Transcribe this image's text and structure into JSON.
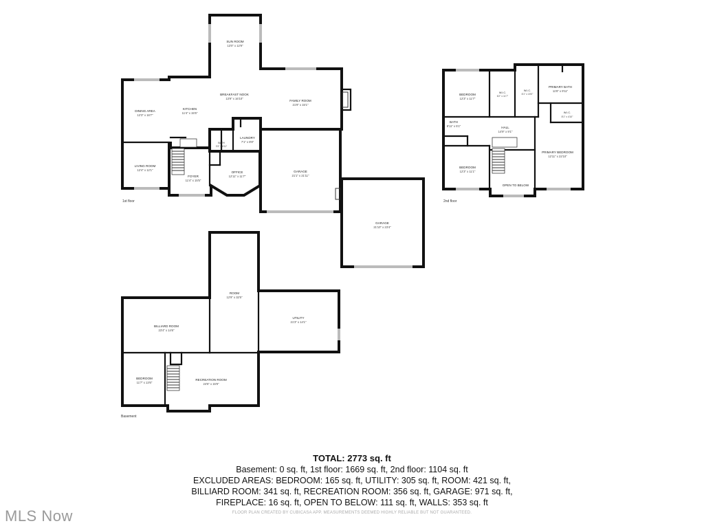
{
  "floors": {
    "first": {
      "label": "1st floor",
      "rooms": {
        "sun_room": {
          "name": "SUN ROOM",
          "dims": "13'0\" x 12'9\""
        },
        "breakfast_nook": {
          "name": "BREAKFAST NOOK",
          "dims": "13'9\" x 16'10\""
        },
        "family_room": {
          "name": "FAMILY ROOM",
          "dims": "21'9\" x 15'1\""
        },
        "dining_area": {
          "name": "DINING AREA",
          "dims": "12'3\" x 16'7\""
        },
        "kitchen": {
          "name": "KITCHEN",
          "dims": "11'4\" x 15'5\""
        },
        "bath": {
          "name": "BATH",
          "dims": "3'3\" x 6'11\""
        },
        "laundry": {
          "name": "LAUNDRY",
          "dims": "7'1\" x 8'8\""
        },
        "living_room": {
          "name": "LIVING ROOM",
          "dims": "12'4\" x 12'1\""
        },
        "foyer": {
          "name": "FOYER",
          "dims": "11'4\" x 15'5\""
        },
        "office": {
          "name": "OFFICE",
          "dims": "12'11\" x 11'7\""
        },
        "garage": {
          "name": "GARAGE",
          "dims": "21'1\" x 21'11\""
        },
        "detached_garage": {
          "name": "GARAGE",
          "dims": "21'10\" x 23'4\""
        }
      }
    },
    "second": {
      "label": "2nd floor",
      "rooms": {
        "bedroom1": {
          "name": "BEDROOM",
          "dims": "12'3\" x 11'7\""
        },
        "wic1": {
          "name": "W.I.C.",
          "dims": "6'2\" x 11'7\""
        },
        "wic2": {
          "name": "W.I.C.",
          "dims": "6'1\" x 15'0\""
        },
        "primary_bath": {
          "name": "PRIMARY BATH",
          "dims": "11'8\" x 9'11\""
        },
        "wic3": {
          "name": "W.I.C.",
          "dims": "8'1\" x 4'10\""
        },
        "bath": {
          "name": "BATH",
          "dims": "8'11\" x 5'1\""
        },
        "hall": {
          "name": "HALL",
          "dims": "14'9\" x 9'1\""
        },
        "bedroom2": {
          "name": "BEDROOM",
          "dims": "12'3\" x 11'1\""
        },
        "primary_bedroom": {
          "name": "PRIMARY BEDROOM",
          "dims": "12'11\" x 22'10\""
        },
        "open_to_below": {
          "name": "OPEN TO BELOW",
          "dims": ""
        }
      }
    },
    "basement": {
      "label": "Basement",
      "rooms": {
        "room": {
          "name": "ROOM",
          "dims": "12'9\" x 32'5\""
        },
        "utility": {
          "name": "UTILITY",
          "dims": "21'3\" x 14'1\""
        },
        "billiard_room": {
          "name": "BILLIARD ROOM",
          "dims": "23'4\" x 14'6\""
        },
        "bedroom": {
          "name": "BEDROOM",
          "dims": "11'7\" x 13'6\""
        },
        "recreation_room": {
          "name": "RECREATION ROOM",
          "dims": "24'6\" x 15'9\""
        }
      }
    }
  },
  "summary": {
    "total": "TOTAL: 2773 sq. ft",
    "line1": "Basement: 0 sq. ft, 1st floor: 1669 sq. ft, 2nd floor: 1104 sq. ft",
    "line2": "EXCLUDED AREAS: BEDROOM: 165 sq. ft, UTILITY: 305 sq. ft, ROOM: 421 sq. ft,",
    "line3": "BILLIARD ROOM: 341 sq. ft, RECREATION ROOM: 356 sq. ft, GARAGE: 971 sq. ft,",
    "line4": "FIREPLACE: 16 sq. ft, OPEN TO BELOW: 111 sq. ft, WALLS: 353 sq. ft"
  },
  "disclaimer": "FLOOR PLAN CREATED BY CUBICASA APP. MEASUREMENTS DEEMED HIGHLY RELIABLE BUT NOT GUARANTEED.",
  "watermark": "MLS Now"
}
